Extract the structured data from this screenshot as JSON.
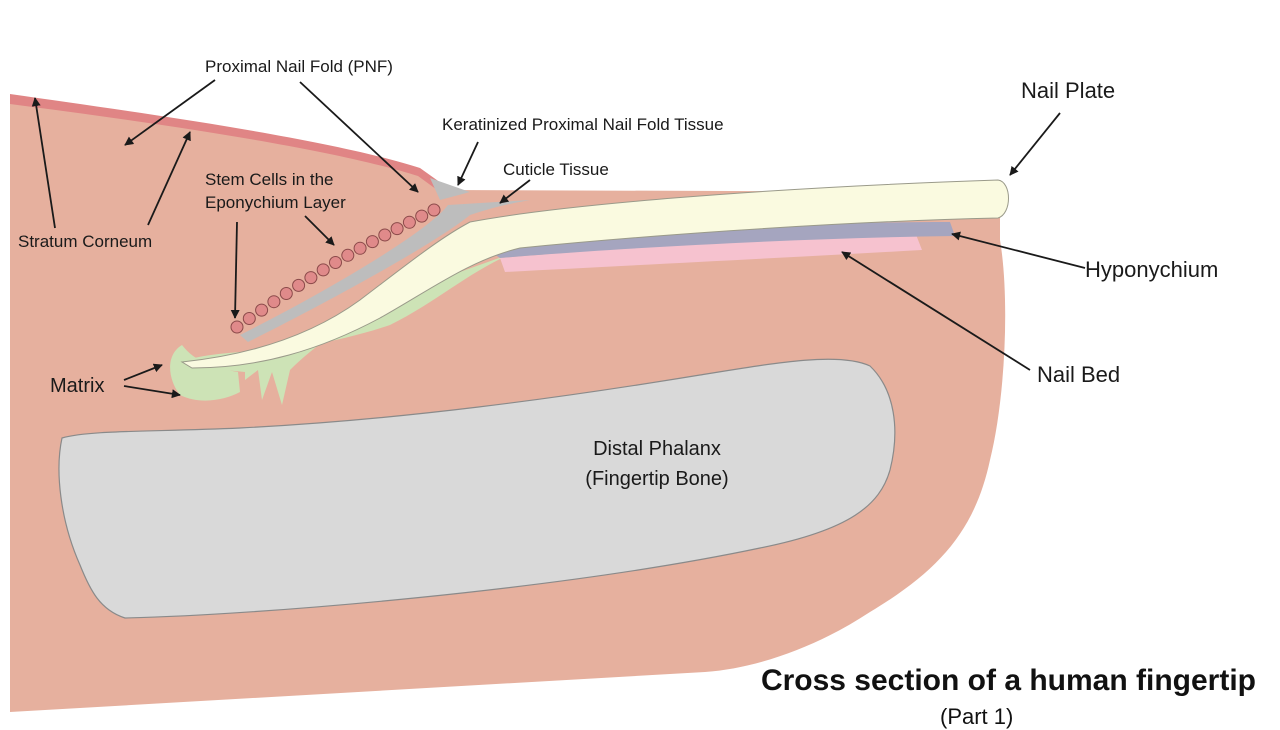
{
  "labels": {
    "proximal_nail_fold": "Proximal Nail Fold (PNF)",
    "keratinized_tissue": "Keratinized Proximal Nail Fold Tissue",
    "cuticle_tissue": "Cuticle Tissue",
    "nail_plate": "Nail Plate",
    "stem_cells_line1": "Stem Cells in the",
    "stem_cells_line2": "Eponychium Layer",
    "stratum_corneum": "Stratum Corneum",
    "hyponychium": "Hyponychium",
    "matrix": "Matrix",
    "nail_bed": "Nail Bed",
    "distal_phalanx_line1": "Distal Phalanx",
    "distal_phalanx_line2": "(Fingertip Bone)"
  },
  "caption": "Cross section of a human fingertip",
  "caption_tail": "(Part 1)",
  "colors": {
    "skin": "#e6b09e",
    "stratum_corneum": "#e08585",
    "bone": "#d9d9d9",
    "nail_plate": "#fafae0",
    "matrix": "#cde3b6",
    "nail_bed": "#f6c2cf",
    "hyponychium": "#a5a5bf",
    "cuticle": "#bdbdbd",
    "stem_cells": "#e08a8a"
  }
}
